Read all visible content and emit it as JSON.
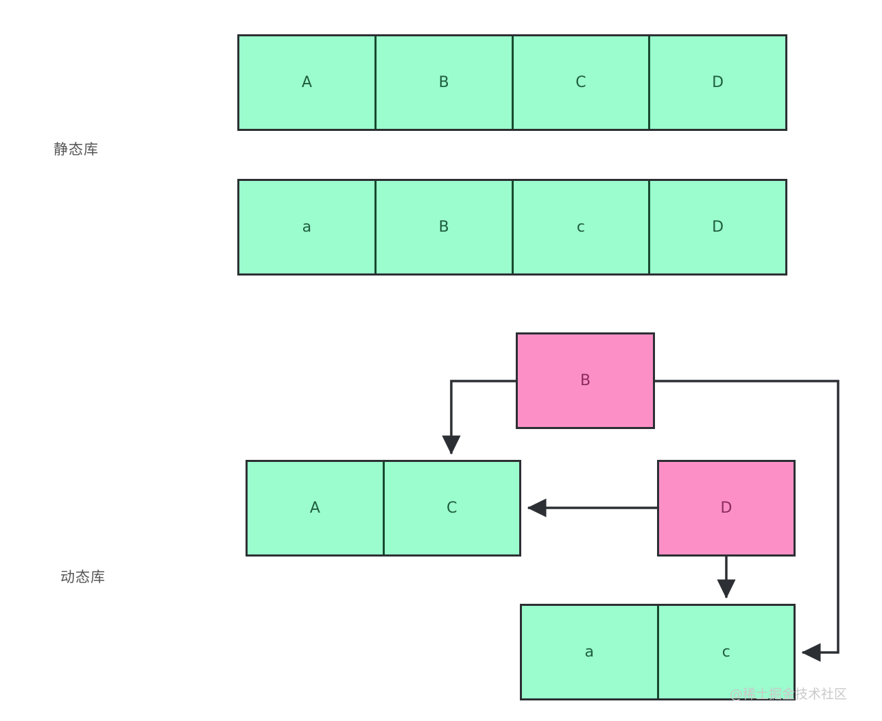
{
  "diagram": {
    "title_static": "静态库",
    "title_dynamic": "动态库",
    "watermark": "@稀土掘金技术社区",
    "colors": {
      "green_fill": "#9bfccd",
      "pink_fill": "#fc90c6",
      "border": "#2c2f33",
      "green_divider": "#174b30",
      "green_text": "#1f5f3f",
      "pink_text": "#8c2a5e",
      "label_text": "#555555",
      "watermark_text": "#c9c9c9",
      "background": "#ffffff"
    },
    "static_section": {
      "label": "静态库",
      "row_upper": {
        "name": "static-library-row-upper",
        "cells": [
          "A",
          "B",
          "C",
          "D"
        ]
      },
      "row_lower": {
        "name": "static-library-row-lower",
        "cells": [
          "a",
          "B",
          "c",
          "D"
        ]
      }
    },
    "dynamic_section": {
      "label": "动态库",
      "shared_module_b": "B",
      "shared_module_d": "D",
      "row_ac": {
        "name": "dynamic-library-row-ac",
        "cells": [
          "A",
          "C"
        ]
      },
      "row_ac_lower": {
        "name": "dynamic-library-row-ac-lower",
        "cells": [
          "a",
          "c"
        ]
      },
      "edges": [
        {
          "from": "B",
          "to": "C",
          "direction": "down"
        },
        {
          "from": "B",
          "to": "c",
          "direction": "right-down-left"
        },
        {
          "from": "D",
          "to": "C",
          "direction": "left"
        },
        {
          "from": "D",
          "to": "c",
          "direction": "down"
        }
      ]
    }
  }
}
